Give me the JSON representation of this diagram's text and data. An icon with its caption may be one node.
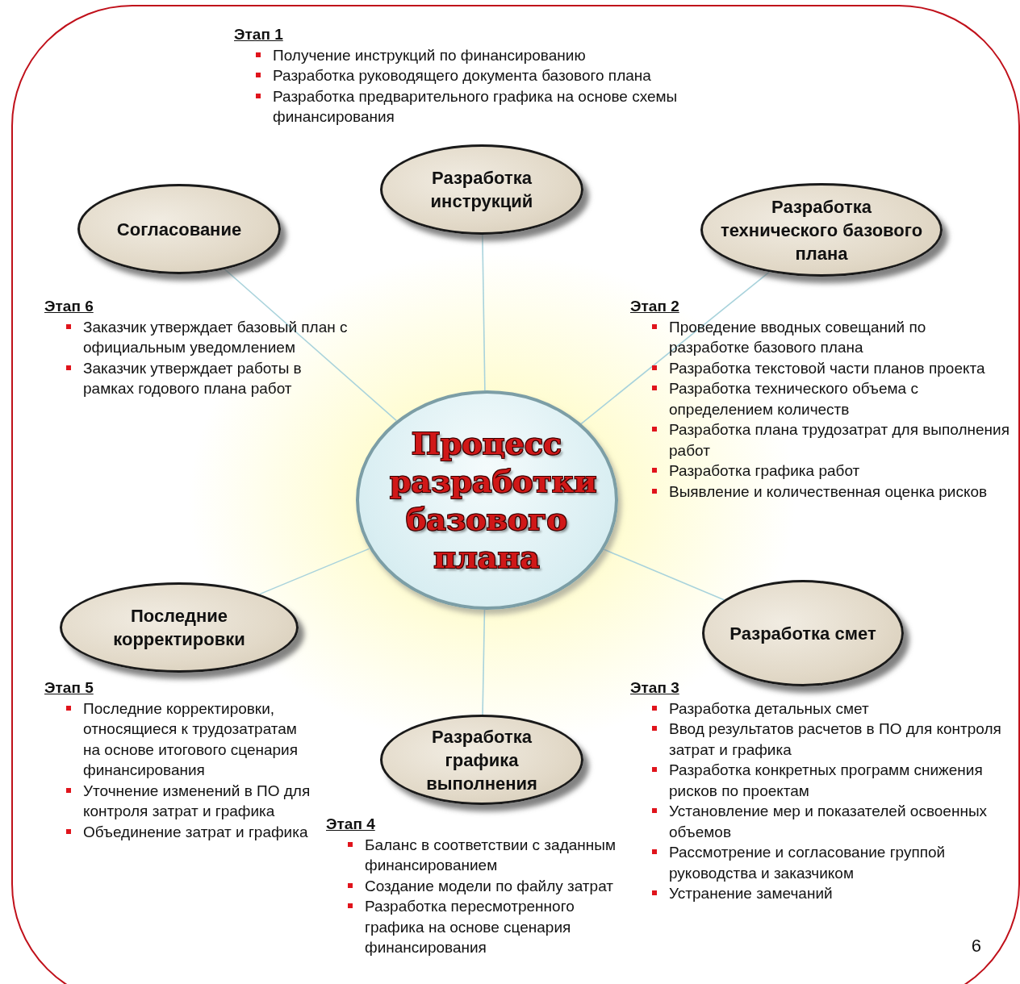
{
  "diagram": {
    "nodes": [
      {
        "text": [
          "Процесс разработки базового плана"
        ]
      },
      {
        "text": [
          "Разработка инструкций"
        ],
        "beside": [
          "Этап 1",
          "Получение инструкций по финансированию",
          "Разработка руководящего документа базового плана",
          "Разработка предварительного графика на основе схемы финансирования"
        ]
      },
      {
        "text": [
          "Согласование"
        ],
        "beside": [
          "Этап 6",
          "Заказчик утверждает базовый план с официальным уведомлением",
          "Заказчик утверждает работы в рамках годового плана работ"
        ]
      },
      {
        "text": [
          "Разработка технического базового плана"
        ],
        "beside": [
          "Этап 2",
          "Проведение вводных совещаний по разработке базового плана",
          "Разработка текстовой части планов проекта",
          "Разработка технического объема с определением количеств",
          "Разработка плана трудозатрат для выполнения работ",
          "Разработка графика работ",
          "Выявление и количественная оценка рисков"
        ]
      },
      {
        "text": [
          "Последние корректировки"
        ],
        "beside": [
          "Этап 5",
          "Последние корректировки, относящиеся к трудозатратам на основе итогового сценария финансирования",
          "Уточнение изменений в ПО для контроля затрат и графика",
          "Объединение затрат и графика"
        ]
      },
      {
        "text": [
          "Разработка смет"
        ],
        "beside": [
          "Этап 3",
          "Разработка детальных смет",
          "Ввод результатов расчетов в ПО для контроля затрат и графика",
          "Разработка конкретных программ снижения рисков по проектам",
          "Установление мер и показателей освоенных объемов",
          "Рассмотрение и согласование группой руководства и заказчиком",
          "Устранение замечаний"
        ]
      },
      {
        "text": [
          "Разработка графика выполнения"
        ],
        "beside": [
          "Этап 4",
          "Баланс в соответствии с заданным финансированием",
          "Создание модели по файлу затрат",
          "Разработка пересмотренного графика на основе сценария финансирования"
        ]
      }
    ],
    "edges": [
      {
        "from": 0,
        "to": 1,
        "arrow": "none"
      },
      {
        "from": 0,
        "to": 2,
        "arrow": "none"
      },
      {
        "from": 0,
        "to": 3,
        "arrow": "none"
      },
      {
        "from": 0,
        "to": 4,
        "arrow": "none"
      },
      {
        "from": 0,
        "to": 5,
        "arrow": "none"
      },
      {
        "from": 0,
        "to": 6,
        "arrow": "none"
      }
    ],
    "labels": [
      "6"
    ]
  }
}
